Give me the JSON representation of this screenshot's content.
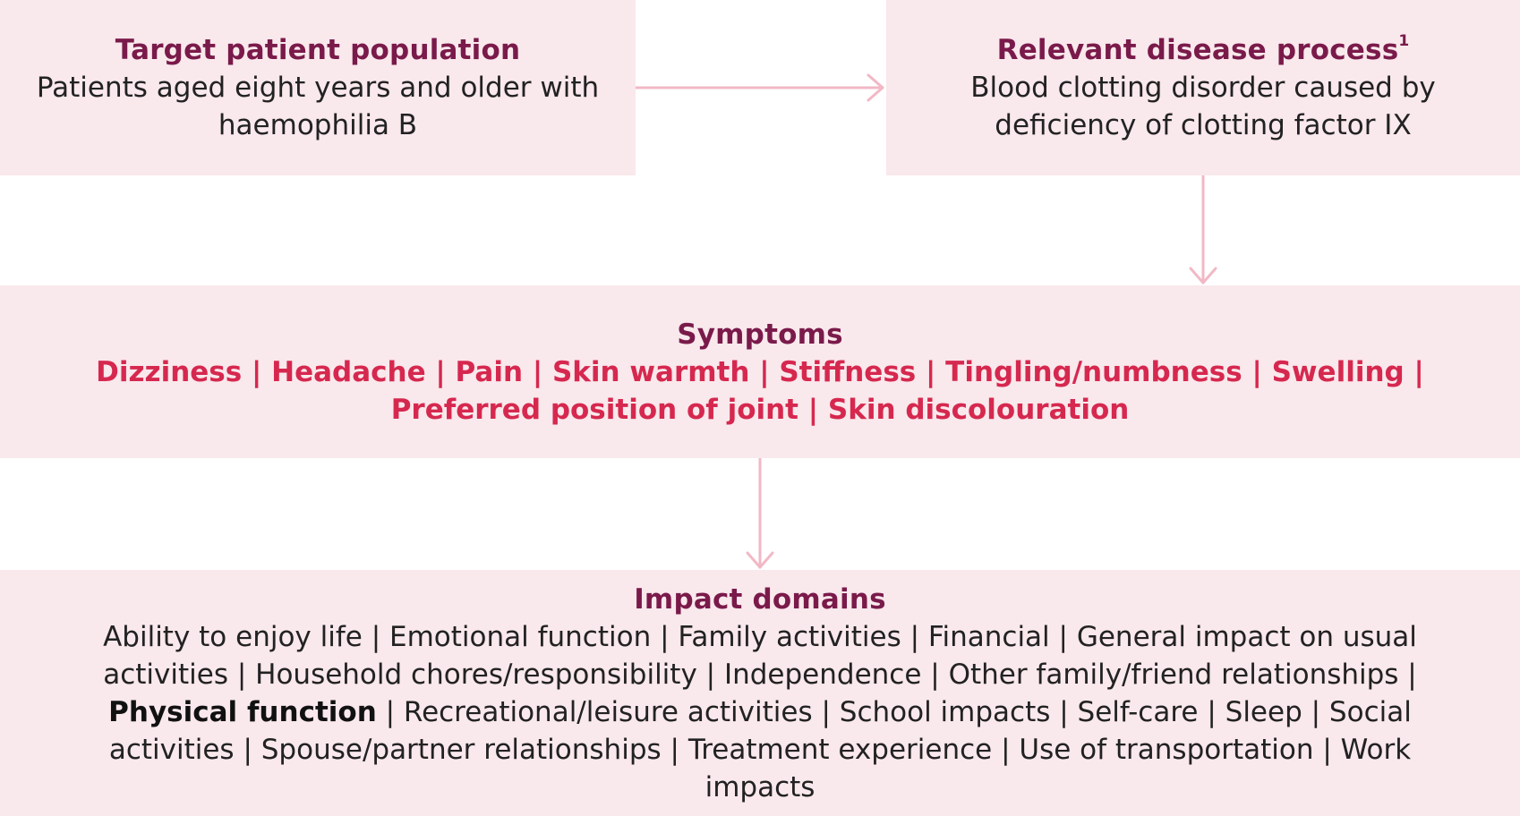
{
  "target": {
    "title": "Target patient population",
    "body": "Patients aged eight years and older with haemophilia B"
  },
  "disease": {
    "title": "Relevant disease process",
    "footnote": "1",
    "body": "Blood clotting disorder caused by deficiency of clotting factor IX"
  },
  "symptoms": {
    "title": "Symptoms",
    "items": [
      "Dizziness",
      "Headache",
      "Pain",
      "Skin warmth",
      "Stiffness",
      "Tingling/numbness",
      "Swelling",
      "Preferred position of joint",
      "Skin discolouration"
    ]
  },
  "impact": {
    "title": "Impact domains",
    "highlighted": "Physical function",
    "items": [
      "Ability to enjoy life",
      "Emotional function",
      "Family activities",
      "Financial",
      "General impact on usual activities",
      "Household chores/responsibility",
      "Independence",
      "Other family/friend relationships",
      "Physical function",
      "Recreational/leisure activities",
      "School impacts",
      "Self-care",
      "Sleep",
      "Social activities",
      "Spouse/partner relationships",
      "Treatment experience",
      "Use of transportation",
      "Work impacts"
    ]
  },
  "colors": {
    "box_fill": "#f9e8ec",
    "title": "#7a1a4a",
    "symptom_text": "#d6284f",
    "arrow": "#f2b8c6"
  }
}
